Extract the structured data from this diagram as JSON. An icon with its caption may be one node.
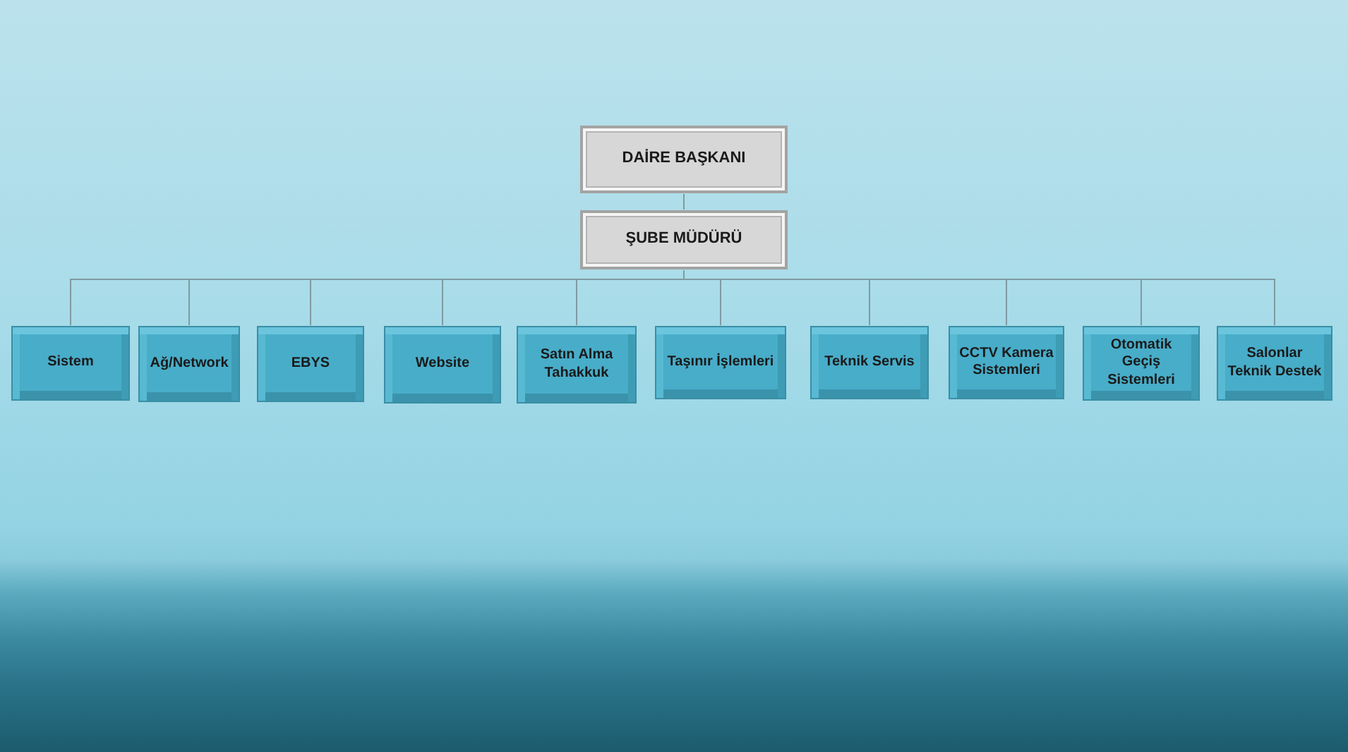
{
  "diagram": {
    "nodes": [
      {
        "text": [
          "DAİRE BAŞKANI"
        ]
      },
      {
        "text": [
          "ŞUBE MÜDÜRÜ"
        ]
      },
      {
        "text": [
          "Sistem"
        ]
      },
      {
        "text": [
          "Ağ/Network"
        ]
      },
      {
        "text": [
          "EBYS"
        ]
      },
      {
        "text": [
          "Website"
        ]
      },
      {
        "text": [
          "Satın Alma Tahakkuk"
        ]
      },
      {
        "text": [
          "Taşınır İşlemleri"
        ]
      },
      {
        "text": [
          "Teknik Servis"
        ]
      },
      {
        "text": [
          "CCTV Kamera Sistemleri"
        ]
      },
      {
        "text": [
          "Otomatik Geçiş Sistemleri"
        ]
      },
      {
        "text": [
          "Salonlar Teknik Destek"
        ]
      }
    ],
    "edges": [
      {
        "from": 0,
        "to": 1,
        "arrow": "none"
      },
      {
        "from": 1,
        "to": 2,
        "arrow": "none"
      },
      {
        "from": 1,
        "to": 3,
        "arrow": "none"
      },
      {
        "from": 1,
        "to": 4,
        "arrow": "none"
      },
      {
        "from": 1,
        "to": 5,
        "arrow": "none"
      },
      {
        "from": 1,
        "to": 6,
        "arrow": "none"
      },
      {
        "from": 1,
        "to": 7,
        "arrow": "none"
      },
      {
        "from": 1,
        "to": 8,
        "arrow": "none"
      },
      {
        "from": 1,
        "to": 9,
        "arrow": "none"
      },
      {
        "from": 1,
        "to": 10,
        "arrow": "none"
      },
      {
        "from": 1,
        "to": 11,
        "arrow": "none"
      }
    ]
  }
}
